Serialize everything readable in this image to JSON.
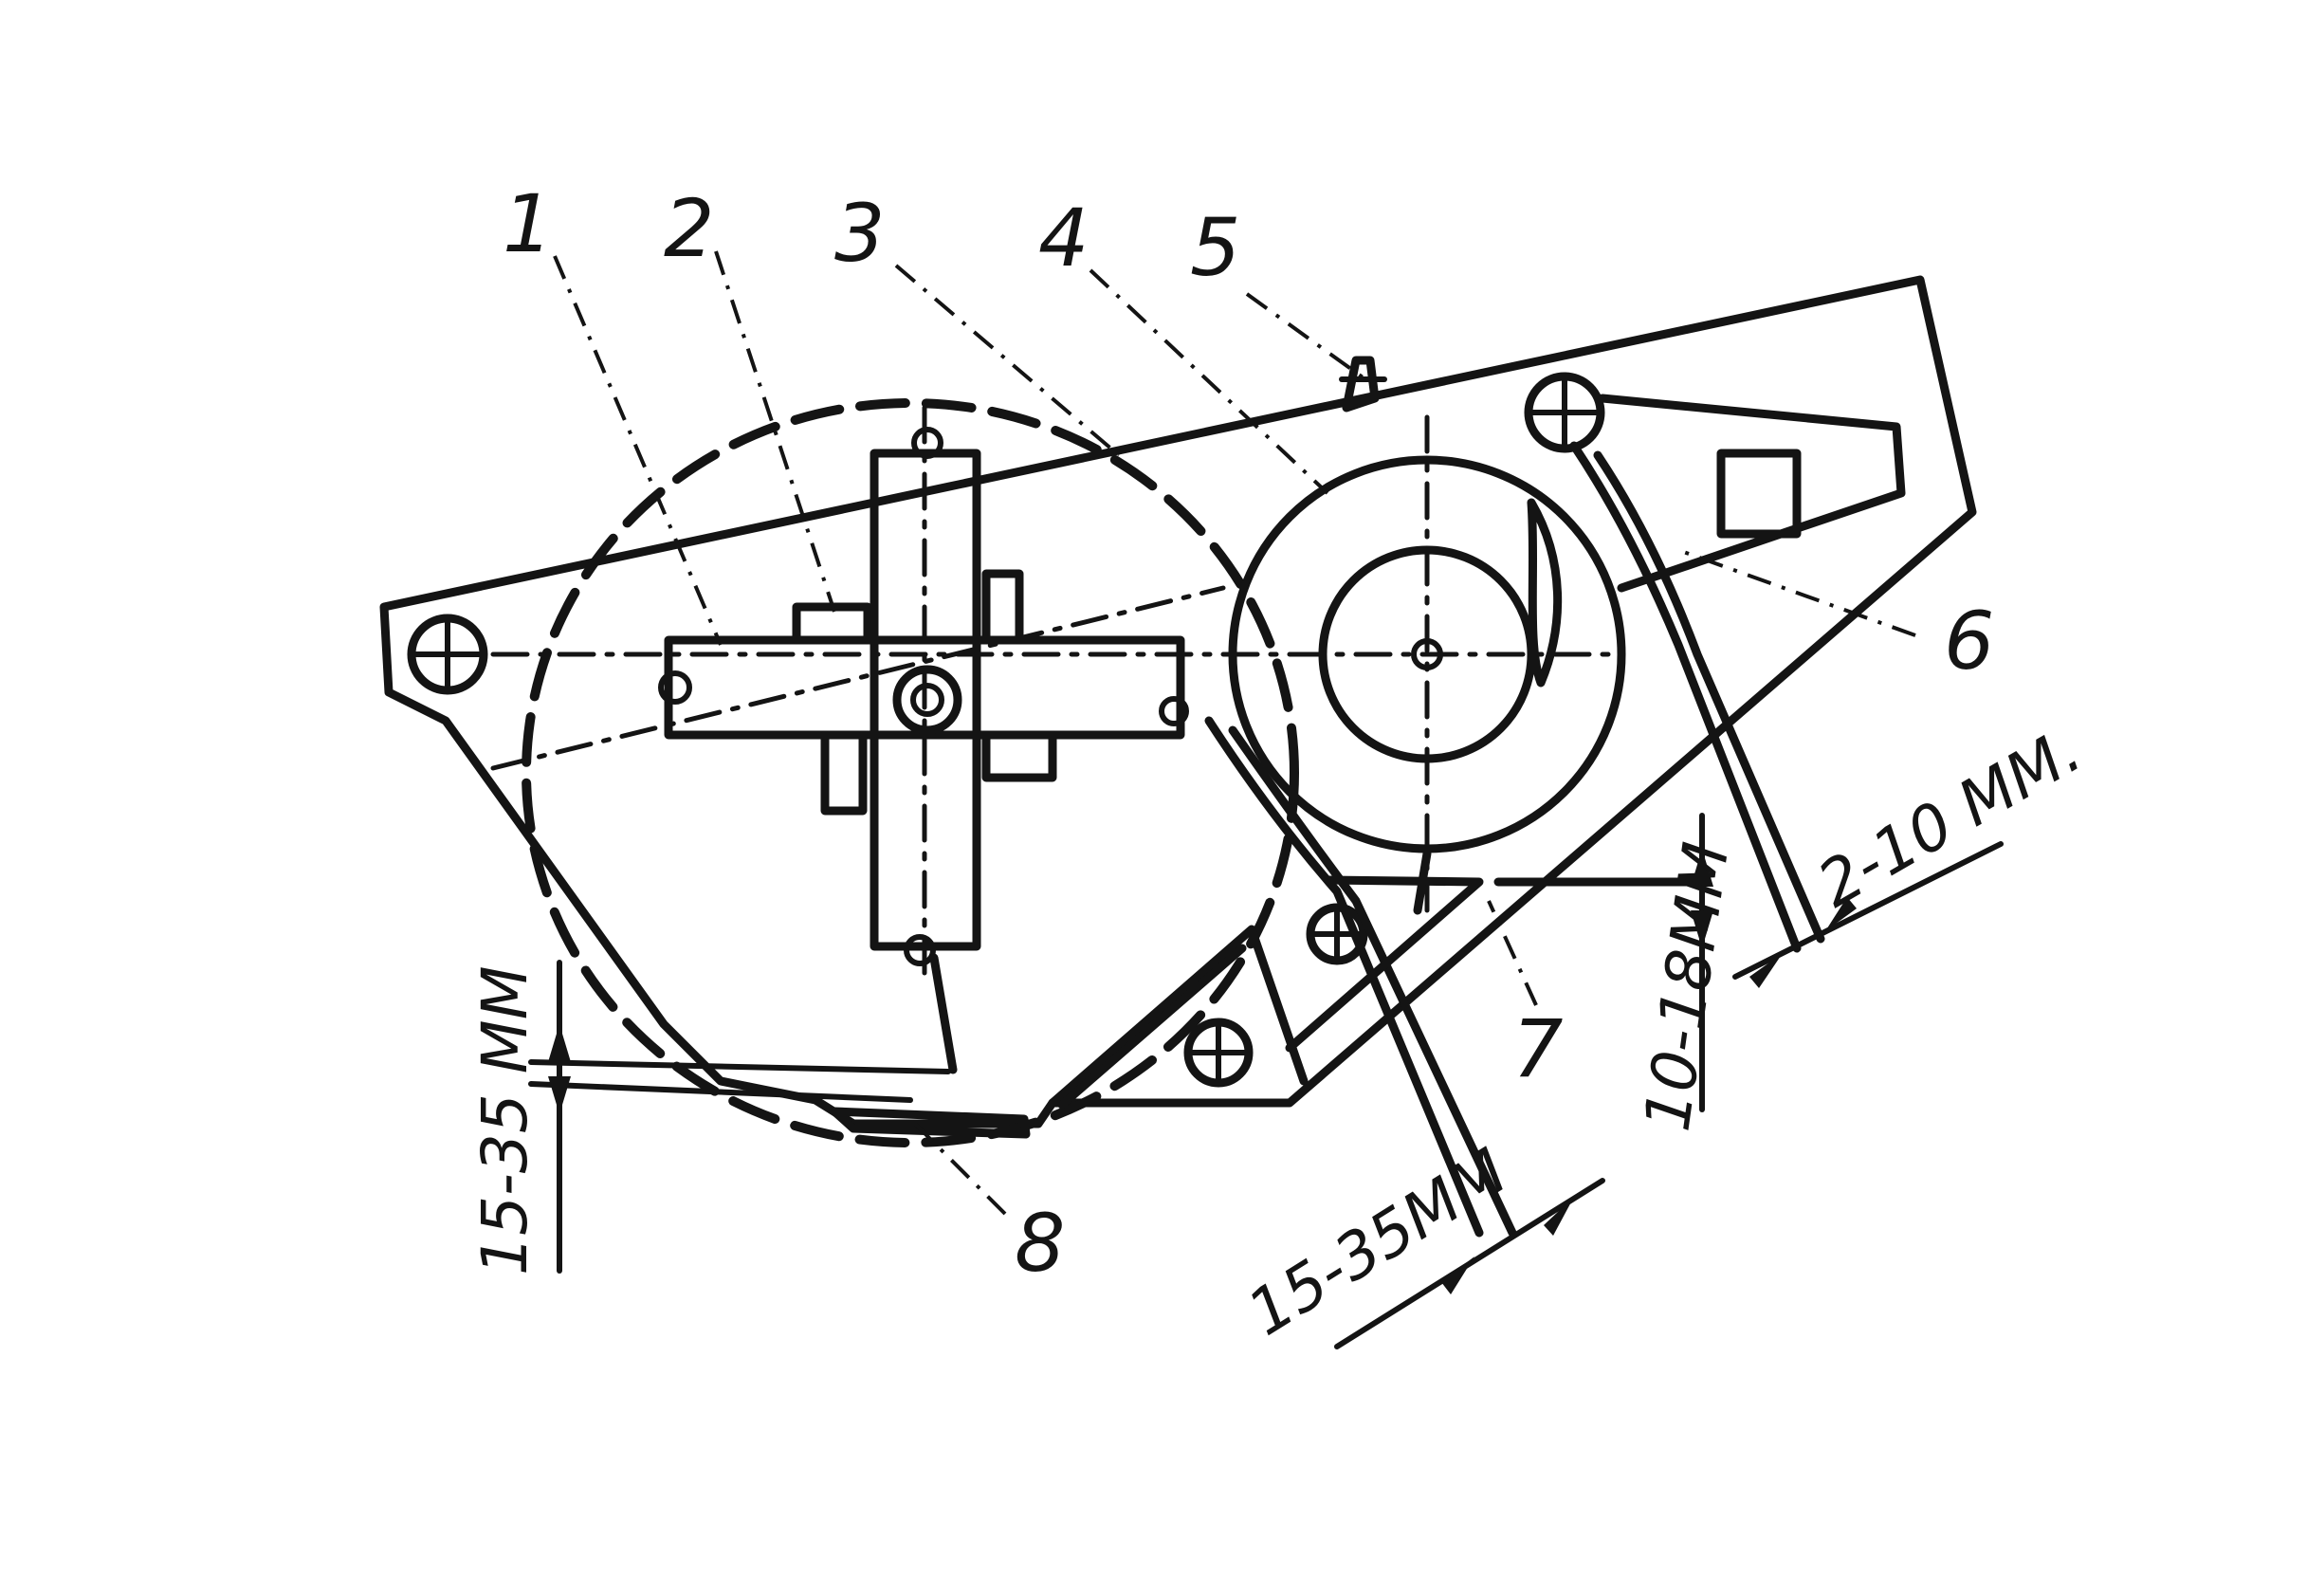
{
  "part_numbers": [
    "1",
    "2",
    "3",
    "4",
    "5",
    "6",
    "7",
    "8"
  ],
  "dimensions": {
    "left_vertical": "15-35 MM",
    "bottom_diagonal": "15-35MM",
    "right_vertical": "10-18MM",
    "right_diagonal": "2-10 MM."
  },
  "colors": {
    "ink": "#141414",
    "paper": "#ffffff"
  }
}
